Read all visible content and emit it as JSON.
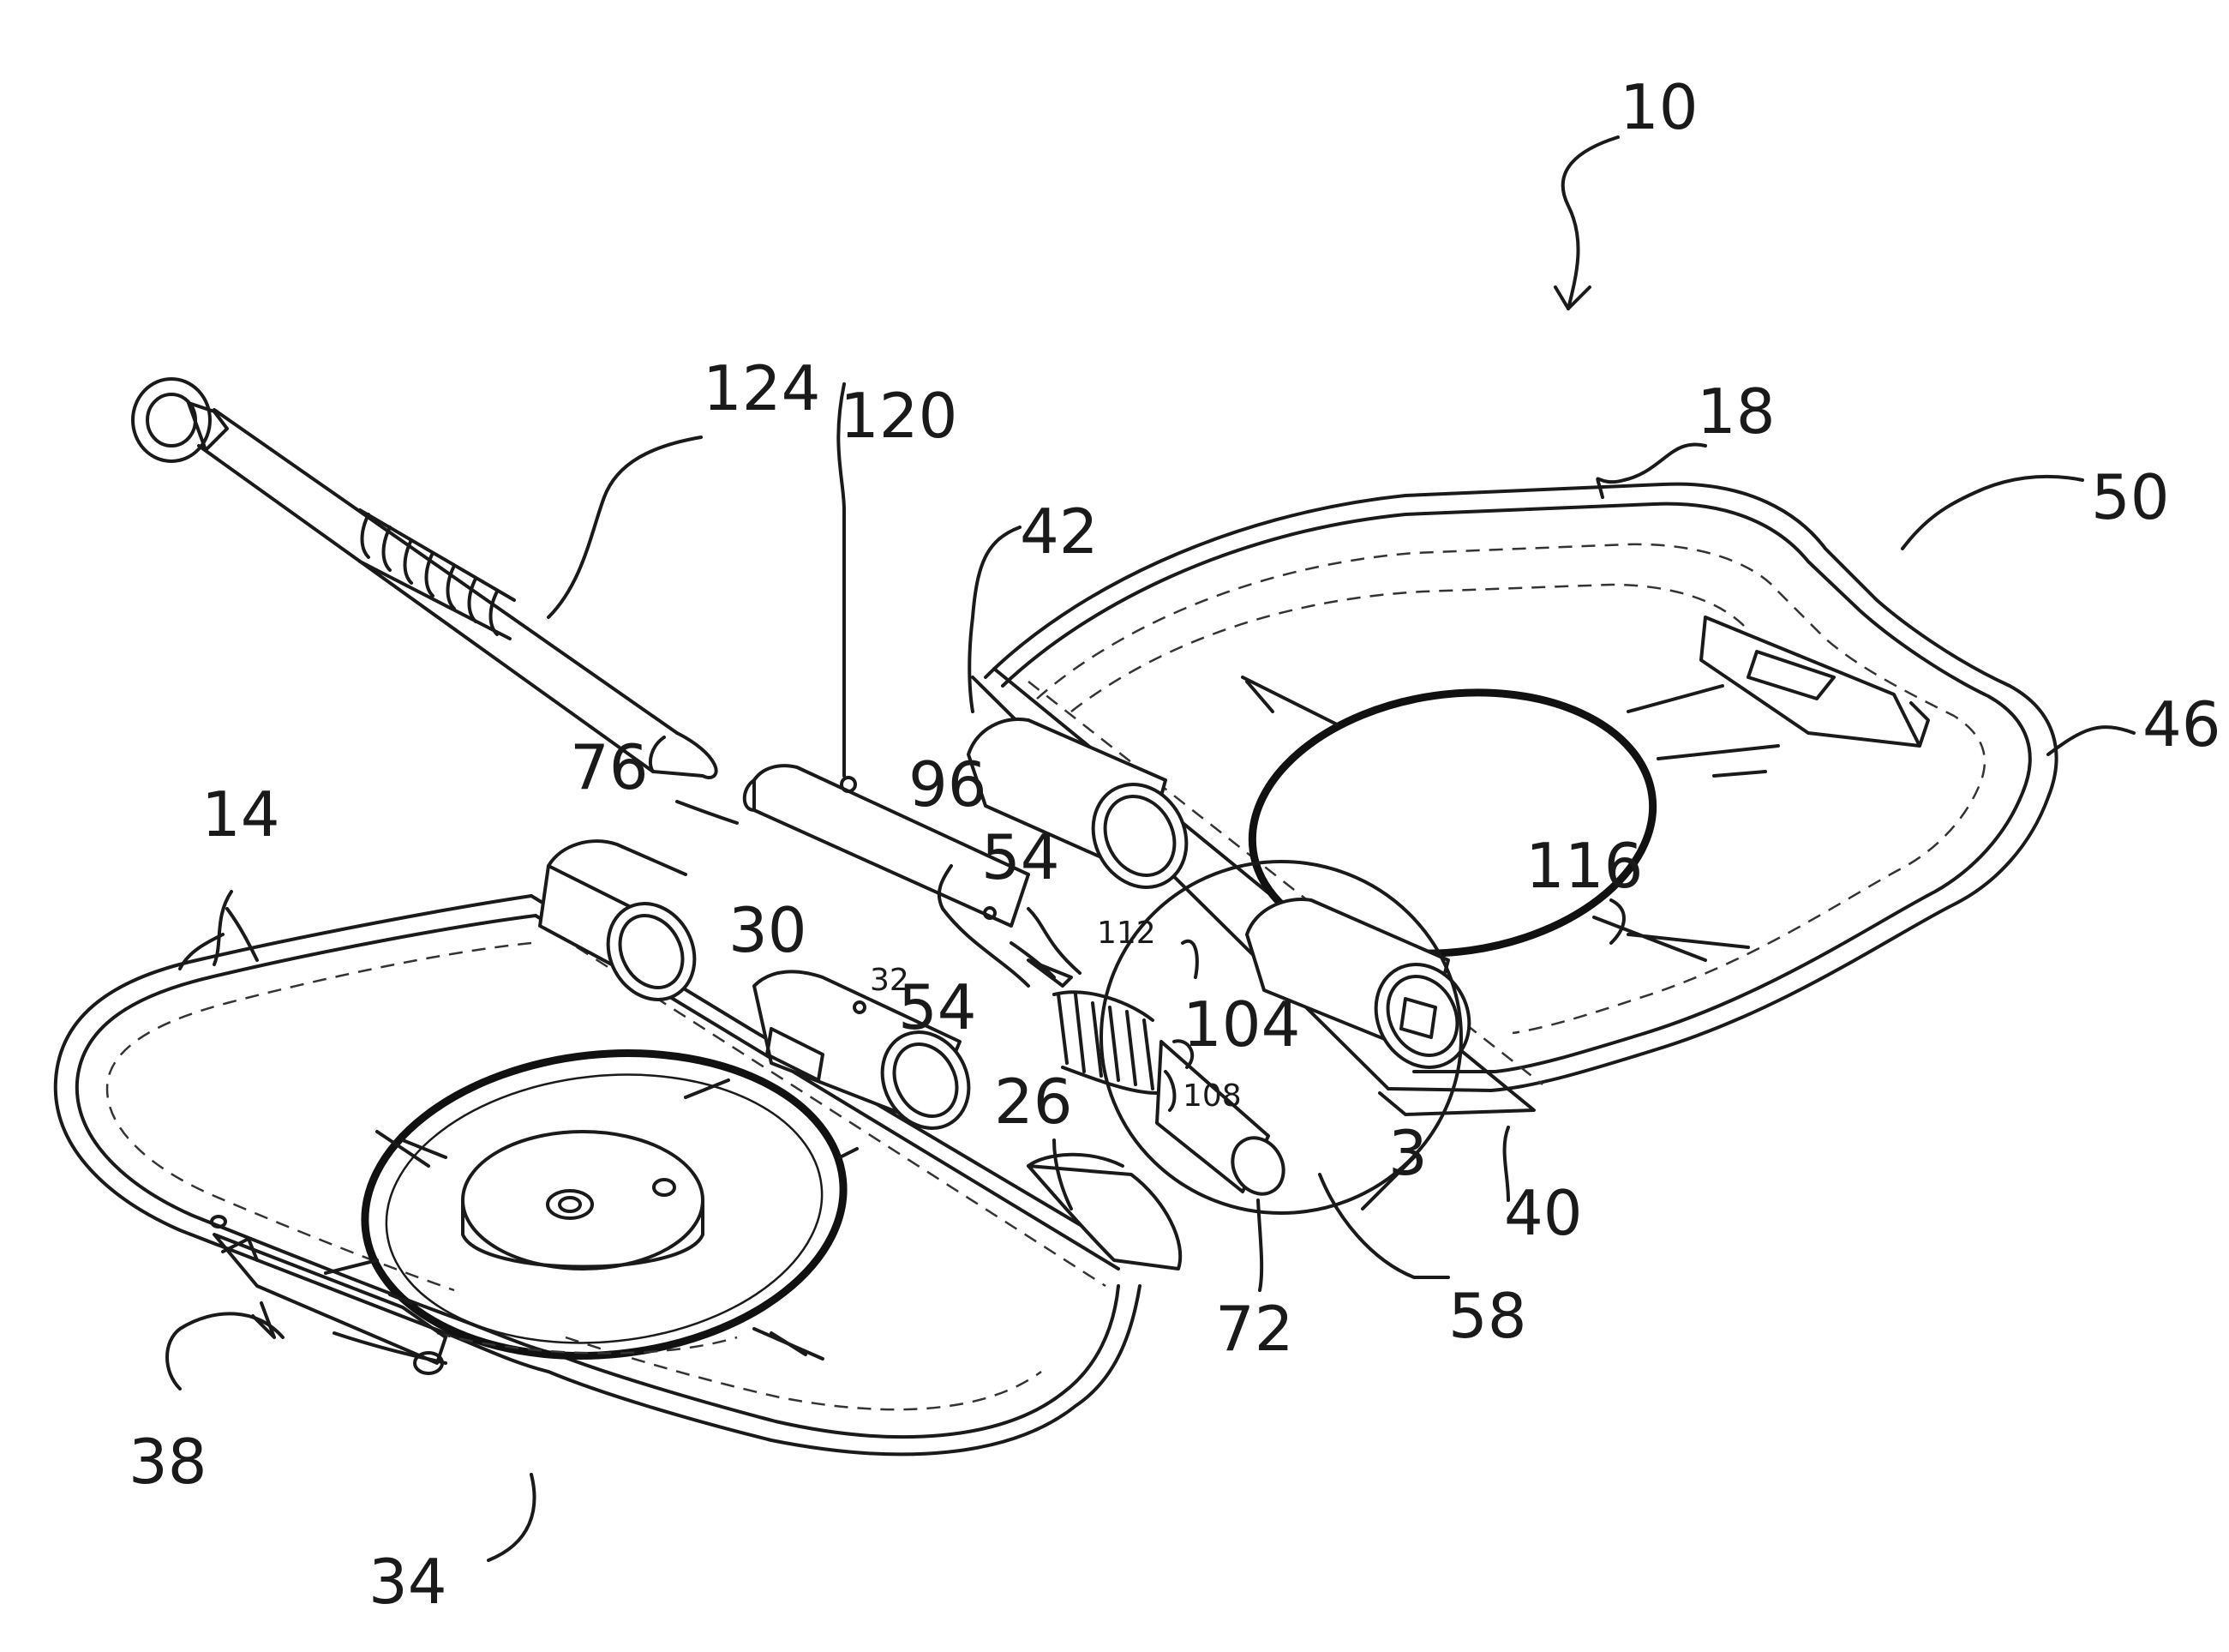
{
  "figure": {
    "labels": {
      "l10": "10",
      "l124": "124",
      "l120": "120",
      "l42": "42",
      "l18": "18",
      "l50": "50",
      "l46": "46",
      "l14": "14",
      "l76": "76",
      "l96": "96",
      "l54a": "54",
      "l116": "116",
      "l30": "30",
      "l32": "32",
      "l54b": "54",
      "l112": "112",
      "l104": "104",
      "l108": "108",
      "l26": "26",
      "l3": "3",
      "l40": "40",
      "l72": "72",
      "l58": "58",
      "l38": "38",
      "l34": "34"
    }
  }
}
